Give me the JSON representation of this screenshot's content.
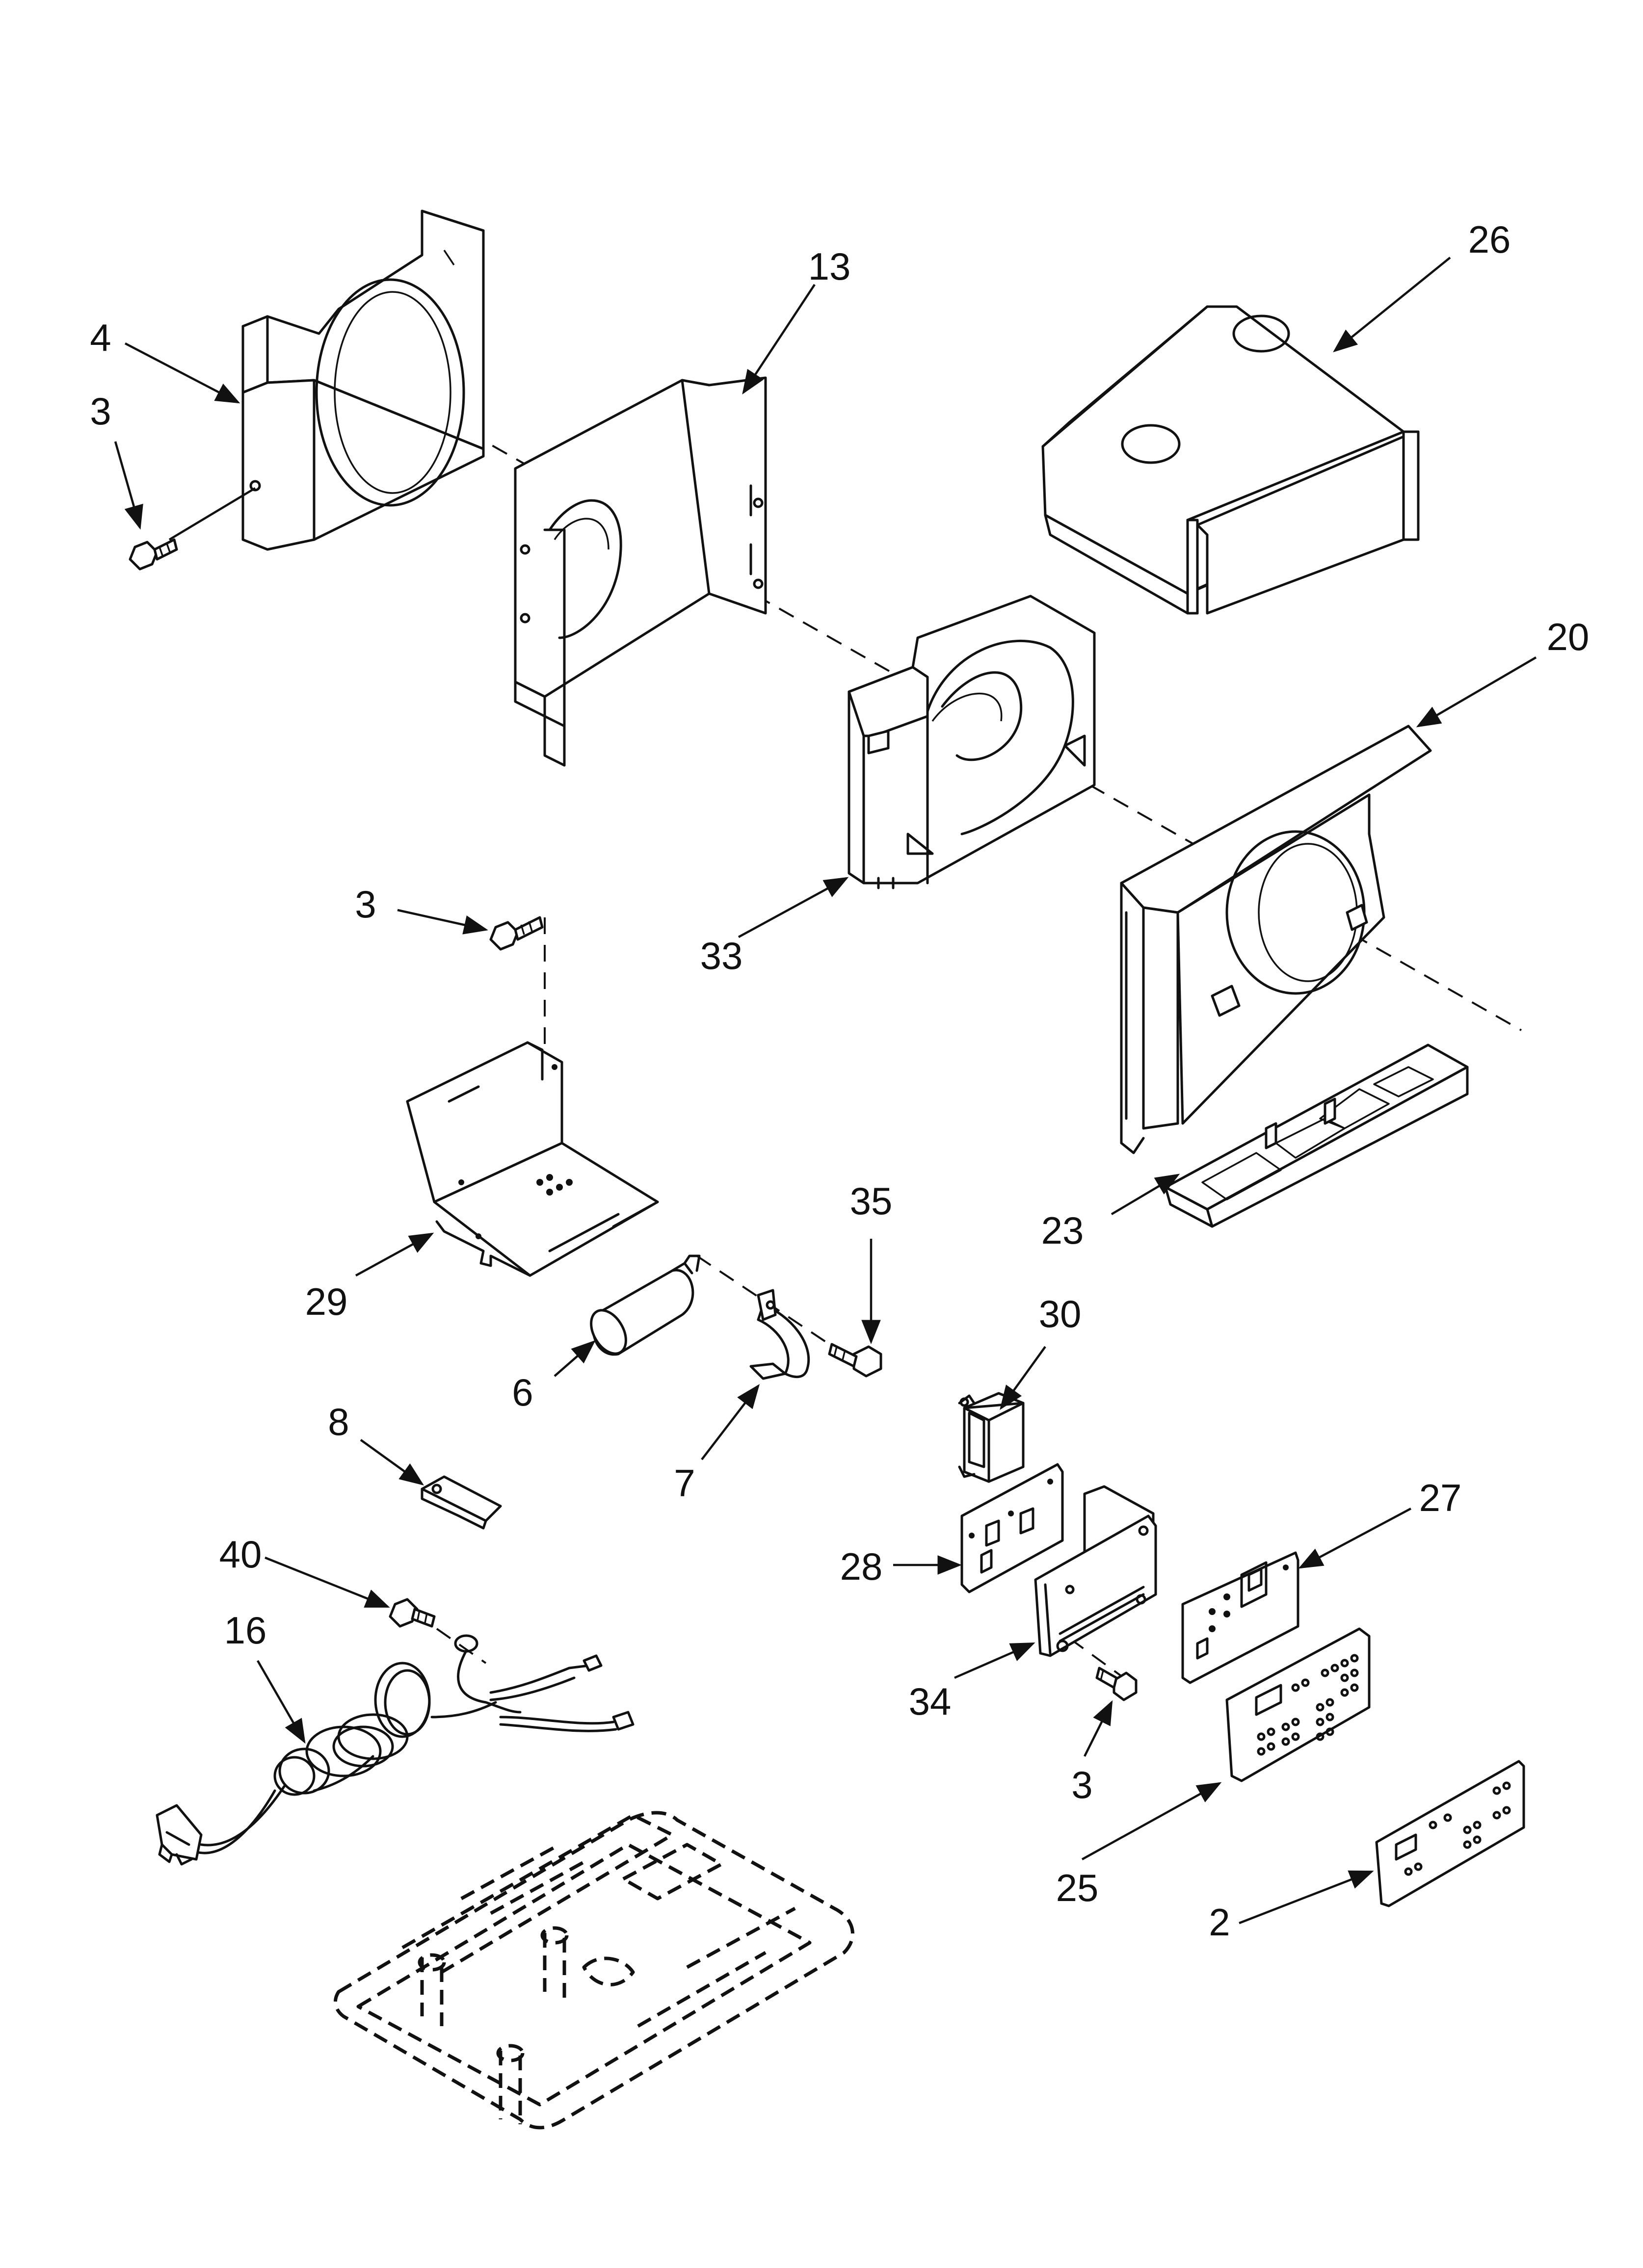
{
  "callouts": [
    {
      "id": "c4",
      "text": "4"
    },
    {
      "id": "c3a",
      "text": "3"
    },
    {
      "id": "c13",
      "text": "13"
    },
    {
      "id": "c26",
      "text": "26"
    },
    {
      "id": "c20",
      "text": "20"
    },
    {
      "id": "c3b",
      "text": "3"
    },
    {
      "id": "c33",
      "text": "33"
    },
    {
      "id": "c35",
      "text": "35"
    },
    {
      "id": "c23",
      "text": "23"
    },
    {
      "id": "c29",
      "text": "29"
    },
    {
      "id": "c30",
      "text": "30"
    },
    {
      "id": "c6",
      "text": "6"
    },
    {
      "id": "c8",
      "text": "8"
    },
    {
      "id": "c7",
      "text": "7"
    },
    {
      "id": "c27",
      "text": "27"
    },
    {
      "id": "c28",
      "text": "28"
    },
    {
      "id": "c40",
      "text": "40"
    },
    {
      "id": "c16",
      "text": "16"
    },
    {
      "id": "c34",
      "text": "34"
    },
    {
      "id": "c3c",
      "text": "3"
    },
    {
      "id": "c25",
      "text": "25"
    },
    {
      "id": "c2",
      "text": "2"
    }
  ]
}
